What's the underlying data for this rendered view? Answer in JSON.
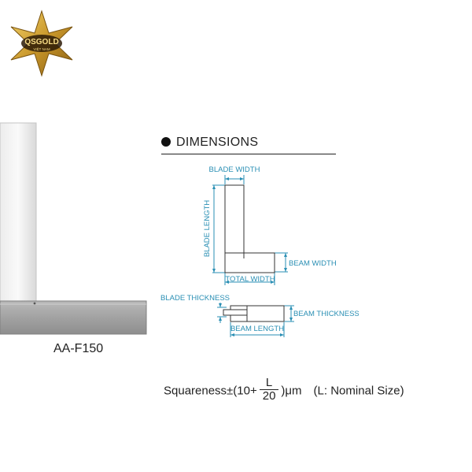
{
  "brand": {
    "name": "QSGOLD",
    "sub": "VIỆT NAM",
    "icon": "star-badge-icon"
  },
  "product": {
    "model": "AA-F150"
  },
  "dimensions": {
    "header": "DIMENSIONS",
    "labels": {
      "blade_width": "BLADE WIDTH",
      "blade_length": "BLADE LENGTH",
      "beam_width": "BEAM WIDTH",
      "total_width": "TOTAL WIDTH",
      "blade_thickness": "BLADE THICKNESS",
      "beam_thickness": "BEAM THICKNESS",
      "beam_length": "BEAM LENGTH"
    }
  },
  "squareness": {
    "prefix": "Squareness±(10+",
    "numerator": "L",
    "denominator": "20",
    "suffix": ")μm　(L: Nominal Size)"
  },
  "colors": {
    "dimension_line": "#2a8fb4",
    "gold": "#c89b2a"
  }
}
